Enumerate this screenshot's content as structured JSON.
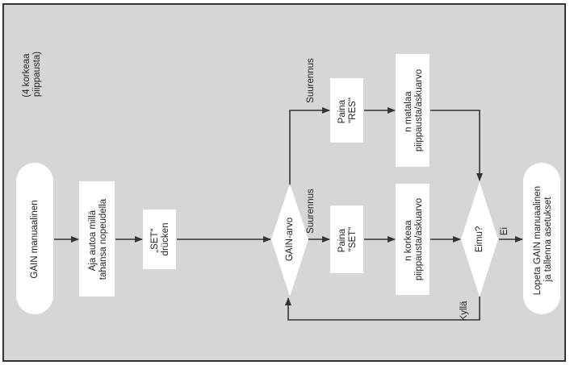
{
  "colors": {
    "frame_background": "#d6d6d6",
    "frame_border": "#333333",
    "box_fill": "#ffffff",
    "line": "#333333"
  },
  "nodes": {
    "start": "GAIN manuaalinen",
    "drive_line1": "Aja autoa millä",
    "drive_line2": "tahansa nopeudella",
    "set_line1": "„SET\"",
    "set_line2": "drücken",
    "decision_gain": "GAIN-arvo",
    "press_set_line1": "Paina",
    "press_set_line2": "\"SET\"",
    "press_res_line1": "Paina",
    "press_res_line2": "\"RES\"",
    "high_beep_line1": "n korkeaa",
    "high_beep_line2": "piippausta/askuarvo",
    "low_beep_line1": "n matalaa",
    "low_beep_line2": "piippausta/askuarvo",
    "decision_other": "Eimu?",
    "end_line1": "Lopeta GAIN manuaalinen",
    "end_line2": "ja tallenna asetukset"
  },
  "labels": {
    "increase_top": "Suurennus",
    "increase_mid": "Suurennus",
    "yes": "Kyllä",
    "no": "Ei",
    "note_line1": "(4 korkeaa",
    "note_line2": "piippausta)"
  }
}
